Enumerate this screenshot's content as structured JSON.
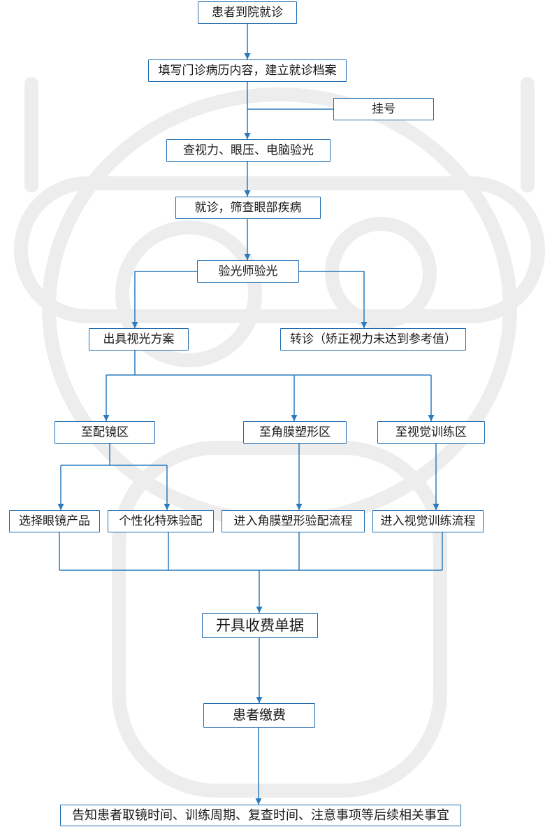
{
  "colors": {
    "box_border": "#1f6cb0",
    "connector": "#2a7bbd",
    "text": "#1a1a1a",
    "background": "#ffffff",
    "watermark": "#ededed"
  },
  "nodes": {
    "arrival": "患者到院就诊",
    "record": "填写门诊病历内容，建立就诊档案",
    "register": "挂号",
    "exam": "查视力、眼压、电脑验光",
    "diagnosis": "就诊，筛查眼部疾病",
    "refraction": "验光师验光",
    "plan": "出具视光方案",
    "referral": "转诊（矫正视力未达到参考值）",
    "glasses_zone": "至配镜区",
    "ortho_zone": "至角膜塑形区",
    "vision_zone": "至视觉训练区",
    "choose_glasses": "选择眼镜产品",
    "custom_fitting": "个性化特殊验配",
    "ortho_process": "进入角膜塑形验配流程",
    "vision_process": "进入视觉训练流程",
    "invoice": "开具收费单据",
    "payment": "患者缴费",
    "notice": "告知患者取镜时间、训练周期、复查时间、注意事项等后续相关事宜"
  }
}
